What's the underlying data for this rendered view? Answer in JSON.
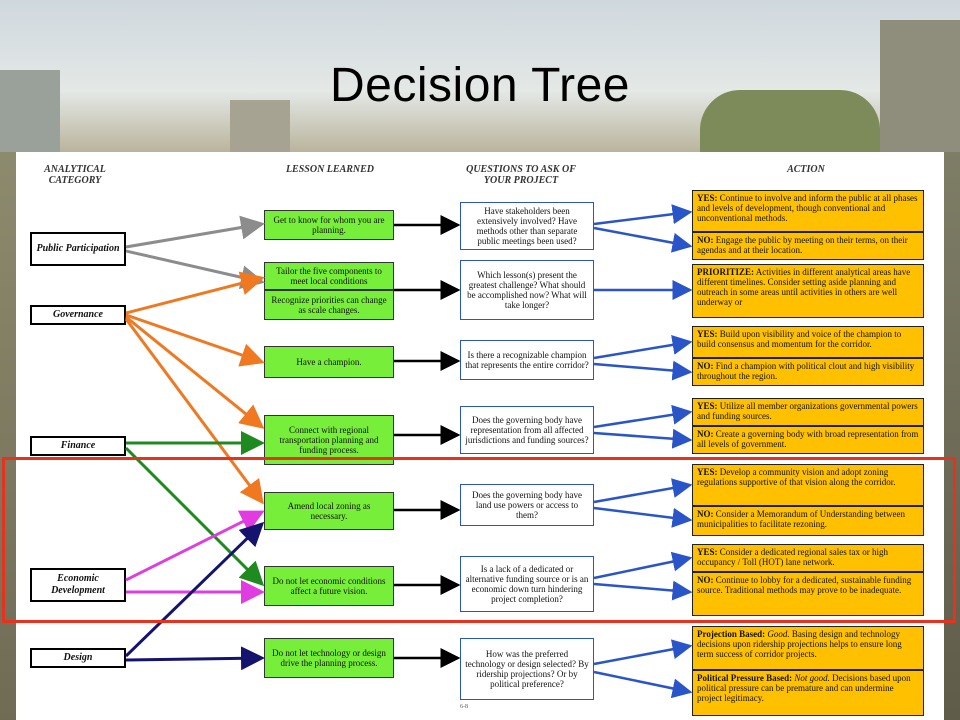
{
  "slide": {
    "title": "Decision Tree",
    "page_number": "6-8"
  },
  "columns": {
    "category": "ANALYTICAL CATEGORY",
    "lesson": "LESSON LEARNED",
    "question": "QUESTIONS TO ASK OF YOUR PROJECT",
    "action": "ACTION"
  },
  "categories": [
    "Public Participation",
    "Governance",
    "Finance",
    "Economic Development",
    "Design"
  ],
  "lessons": [
    "Get to know for whom you are planning.",
    "Tailor the five components to meet local conditions",
    "Recognize priorities can change as scale changes.",
    "Have a champion.",
    "Connect with regional transportation planning and funding process.",
    "Amend local zoning as necessary.",
    "Do not let economic conditions affect a future vision.",
    "Do not let technology or design drive the planning process."
  ],
  "questions": [
    "Have stakeholders been extensively involved? Have methods other than separate public meetings been used?",
    "Which lesson(s) present the greatest challenge? What should be accomplished now? What will take longer?",
    "Is there a recognizable champion that represents the entire corridor?",
    "Does the governing body have representation from all affected jurisdictions and funding sources?",
    "Does the governing body have land use powers or access to them?",
    "Is a lack of a dedicated or alternative funding source or is an economic down turn hindering project completion?",
    "How was the preferred technology or design selected? By ridership projections? Or by political preference?"
  ],
  "actions": [
    {
      "label": "YES:",
      "text": "Continue to involve and inform the public at all phases and levels of development, though conventional and unconventional methods."
    },
    {
      "label": "NO:",
      "text": "Engage the public by meeting on their terms, on their agendas and at their location."
    },
    {
      "label": "PRIORITIZE:",
      "text": "Activities in different analytical areas have different timelines. Consider setting aside planning and outreach in some areas until activities in others are well underway or"
    },
    {
      "label": "YES:",
      "text": "Build upon visibility and voice of the champion to build consensus and momentum for the corridor."
    },
    {
      "label": "NO:",
      "text": "Find a champion with political clout and high visibility throughout the region."
    },
    {
      "label": "YES:",
      "text": "Utilize all member organizations governmental powers and funding sources."
    },
    {
      "label": "NO:",
      "text": "Create a governing body with broad representation from all levels of government."
    },
    {
      "label": "YES:",
      "text": "Develop a community vision and adopt zoning regulations supportive of that vision along the corridor."
    },
    {
      "label": "NO:",
      "text": "Consider a Memorandum of Understanding between municipalities to facilitate rezoning."
    },
    {
      "label": "YES:",
      "text": "Consider a dedicated regional sales tax or high occupancy / Toll (HOT) lane network."
    },
    {
      "label": "NO:",
      "text": "Continue to lobby for a dedicated, sustainable funding source. Traditional methods may prove to be inadequate."
    },
    {
      "label": "Projection Based:",
      "label_em": "Good.",
      "text": "Basing design and technology decisions upon ridership projections helps to ensure long term success of corridor projects."
    },
    {
      "label": "Political Pressure Based:",
      "label_em": "Not good.",
      "text": "Decisions based upon political pressure can be premature and can undermine project legitimacy."
    }
  ],
  "colors": {
    "lesson_fill": "#77ee3a",
    "action_fill": "#ffc000",
    "question_border": "#2a55c8",
    "highlight": "#e8321e",
    "arrow_gray": "#8c8c8c",
    "arrow_orange": "#f07820",
    "arrow_green": "#1f8a1f",
    "arrow_magenta": "#e03ce0",
    "arrow_navy": "#14146e",
    "arrow_black": "#000000",
    "arrow_blue": "#2a55c8"
  }
}
